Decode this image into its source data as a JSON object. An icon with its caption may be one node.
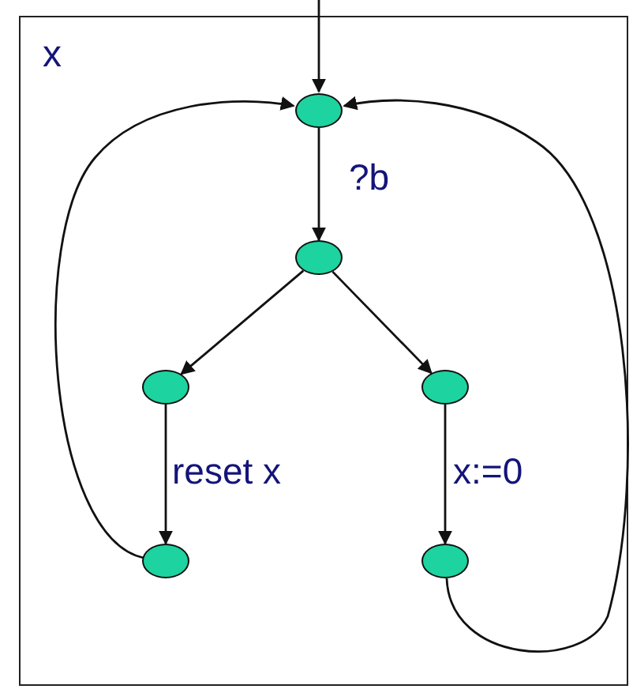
{
  "diagram": {
    "nodes": [
      {
        "text": [
          "x"
        ]
      },
      {
        "text": [],
        "shape": "circle",
        "in": 0
      },
      {
        "text": [],
        "shape": "circle",
        "in": 0
      },
      {
        "text": [],
        "shape": "circle",
        "in": 0
      },
      {
        "text": [],
        "shape": "circle",
        "in": 0
      },
      {
        "text": [],
        "shape": "circle",
        "in": 0
      },
      {
        "text": [],
        "shape": "circle",
        "in": 0
      }
    ],
    "edges": [
      {
        "from": null,
        "to": 1,
        "arrow": "to"
      },
      {
        "from": 1,
        "to": 2,
        "arrow": "to",
        "label": "?b"
      },
      {
        "from": 2,
        "to": 3,
        "arrow": "to"
      },
      {
        "from": 2,
        "to": 4,
        "arrow": "to"
      },
      {
        "from": 3,
        "to": 5,
        "arrow": "to",
        "label": "reset x"
      },
      {
        "from": 4,
        "to": 6,
        "arrow": "to",
        "label": "x:=0"
      },
      {
        "from": 5,
        "to": 1,
        "arrow": "to"
      },
      {
        "from": 6,
        "to": 1,
        "arrow": "to"
      }
    ]
  }
}
